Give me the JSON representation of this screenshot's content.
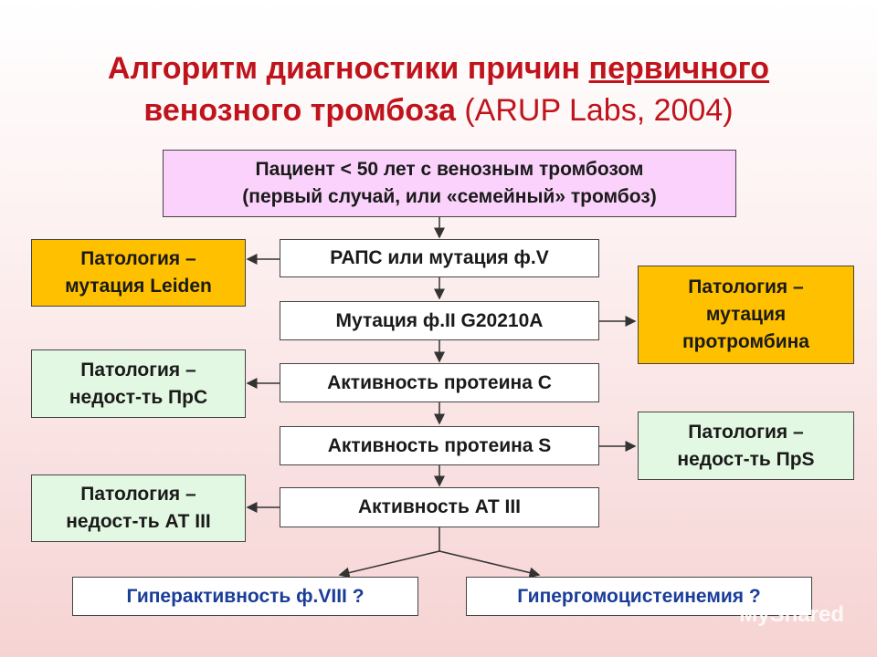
{
  "title": {
    "part1": "Алгоритм диагностики причин ",
    "underlined": "первичного",
    "part2": "венозного тромбоза",
    "source": " (ARUP Labs, 2004)"
  },
  "nodes": {
    "patient": {
      "line1": "Пациент < 50 лет с венозным тромбозом",
      "line2": "(первый случай, или «семейный» тромбоз)"
    },
    "raps": "РАПС или мутация ф.V",
    "mutation_f2": "Мутация ф.II G20210A",
    "protein_c": "Активность протеина С",
    "protein_s": "Активность протеина S",
    "at3": "Активность АТ III",
    "leiden": {
      "line1": "Патология –",
      "line2": "мутация Leiden"
    },
    "prothrombin": {
      "line1": "Патология –",
      "line2": "мутация",
      "line3": "протромбина"
    },
    "def_prc": {
      "line1": "Патология –",
      "line2": "недост-ть ПрС"
    },
    "def_prs": {
      "line1": "Патология –",
      "line2": "недост-ть ПрS"
    },
    "def_at3": {
      "line1": "Патология –",
      "line2": "недост-ть АТ III"
    },
    "f8": "Гиперактивность ф.VIII ?",
    "homocysteine": "Гипергомоцистеинемия ?"
  },
  "watermark": "MyShared",
  "colors": {
    "title": "#c0141c",
    "patient_box": "#fbd2fb",
    "mutation_box": "#ffc000",
    "deficiency_box": "#e3f8e3",
    "bottom_text": "#1a3d99"
  }
}
